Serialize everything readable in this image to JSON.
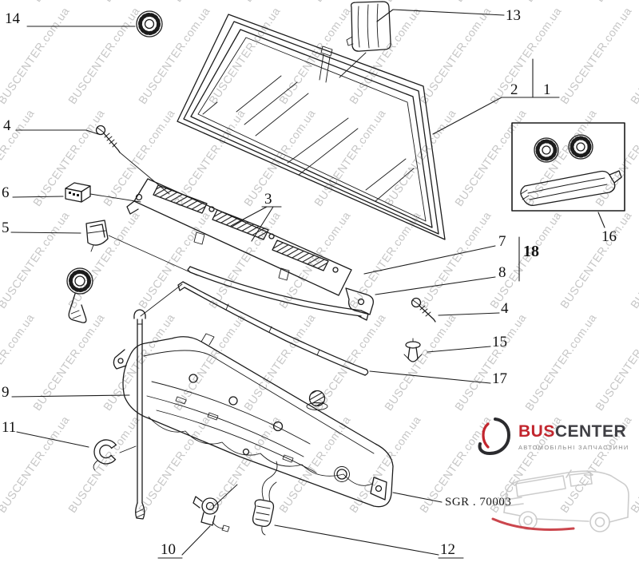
{
  "watermark": {
    "text": "BUSCENTER.com.ua"
  },
  "drawing": {
    "code": "SGR . 70003"
  },
  "labels": [
    {
      "id": "14",
      "text": "14"
    },
    {
      "id": "13",
      "text": "13"
    },
    {
      "id": "4-left",
      "text": "4"
    },
    {
      "id": "6",
      "text": "6"
    },
    {
      "id": "5",
      "text": "5"
    },
    {
      "id": "2",
      "text": "2"
    },
    {
      "id": "1",
      "text": "1"
    },
    {
      "id": "3",
      "text": "3"
    },
    {
      "id": "7",
      "text": "7"
    },
    {
      "id": "18",
      "text": "18"
    },
    {
      "id": "8",
      "text": "8"
    },
    {
      "id": "4-right",
      "text": "4"
    },
    {
      "id": "15",
      "text": "15"
    },
    {
      "id": "17",
      "text": "17"
    },
    {
      "id": "9",
      "text": "9"
    },
    {
      "id": "11",
      "text": "11"
    },
    {
      "id": "16",
      "text": "16"
    },
    {
      "id": "10",
      "text": "10"
    },
    {
      "id": "12",
      "text": "12"
    }
  ],
  "logo": {
    "brand_bus": "BUS",
    "brand_center": "CENTER",
    "tagline": "АВТОМОБІЛЬНІ ЗАПЧАСТИНИ"
  },
  "colors": {
    "line": "#1c1c1c",
    "watermark": "#c6c6c6",
    "logo_red": "#c2262e",
    "logo_dark": "#3f3f44"
  }
}
